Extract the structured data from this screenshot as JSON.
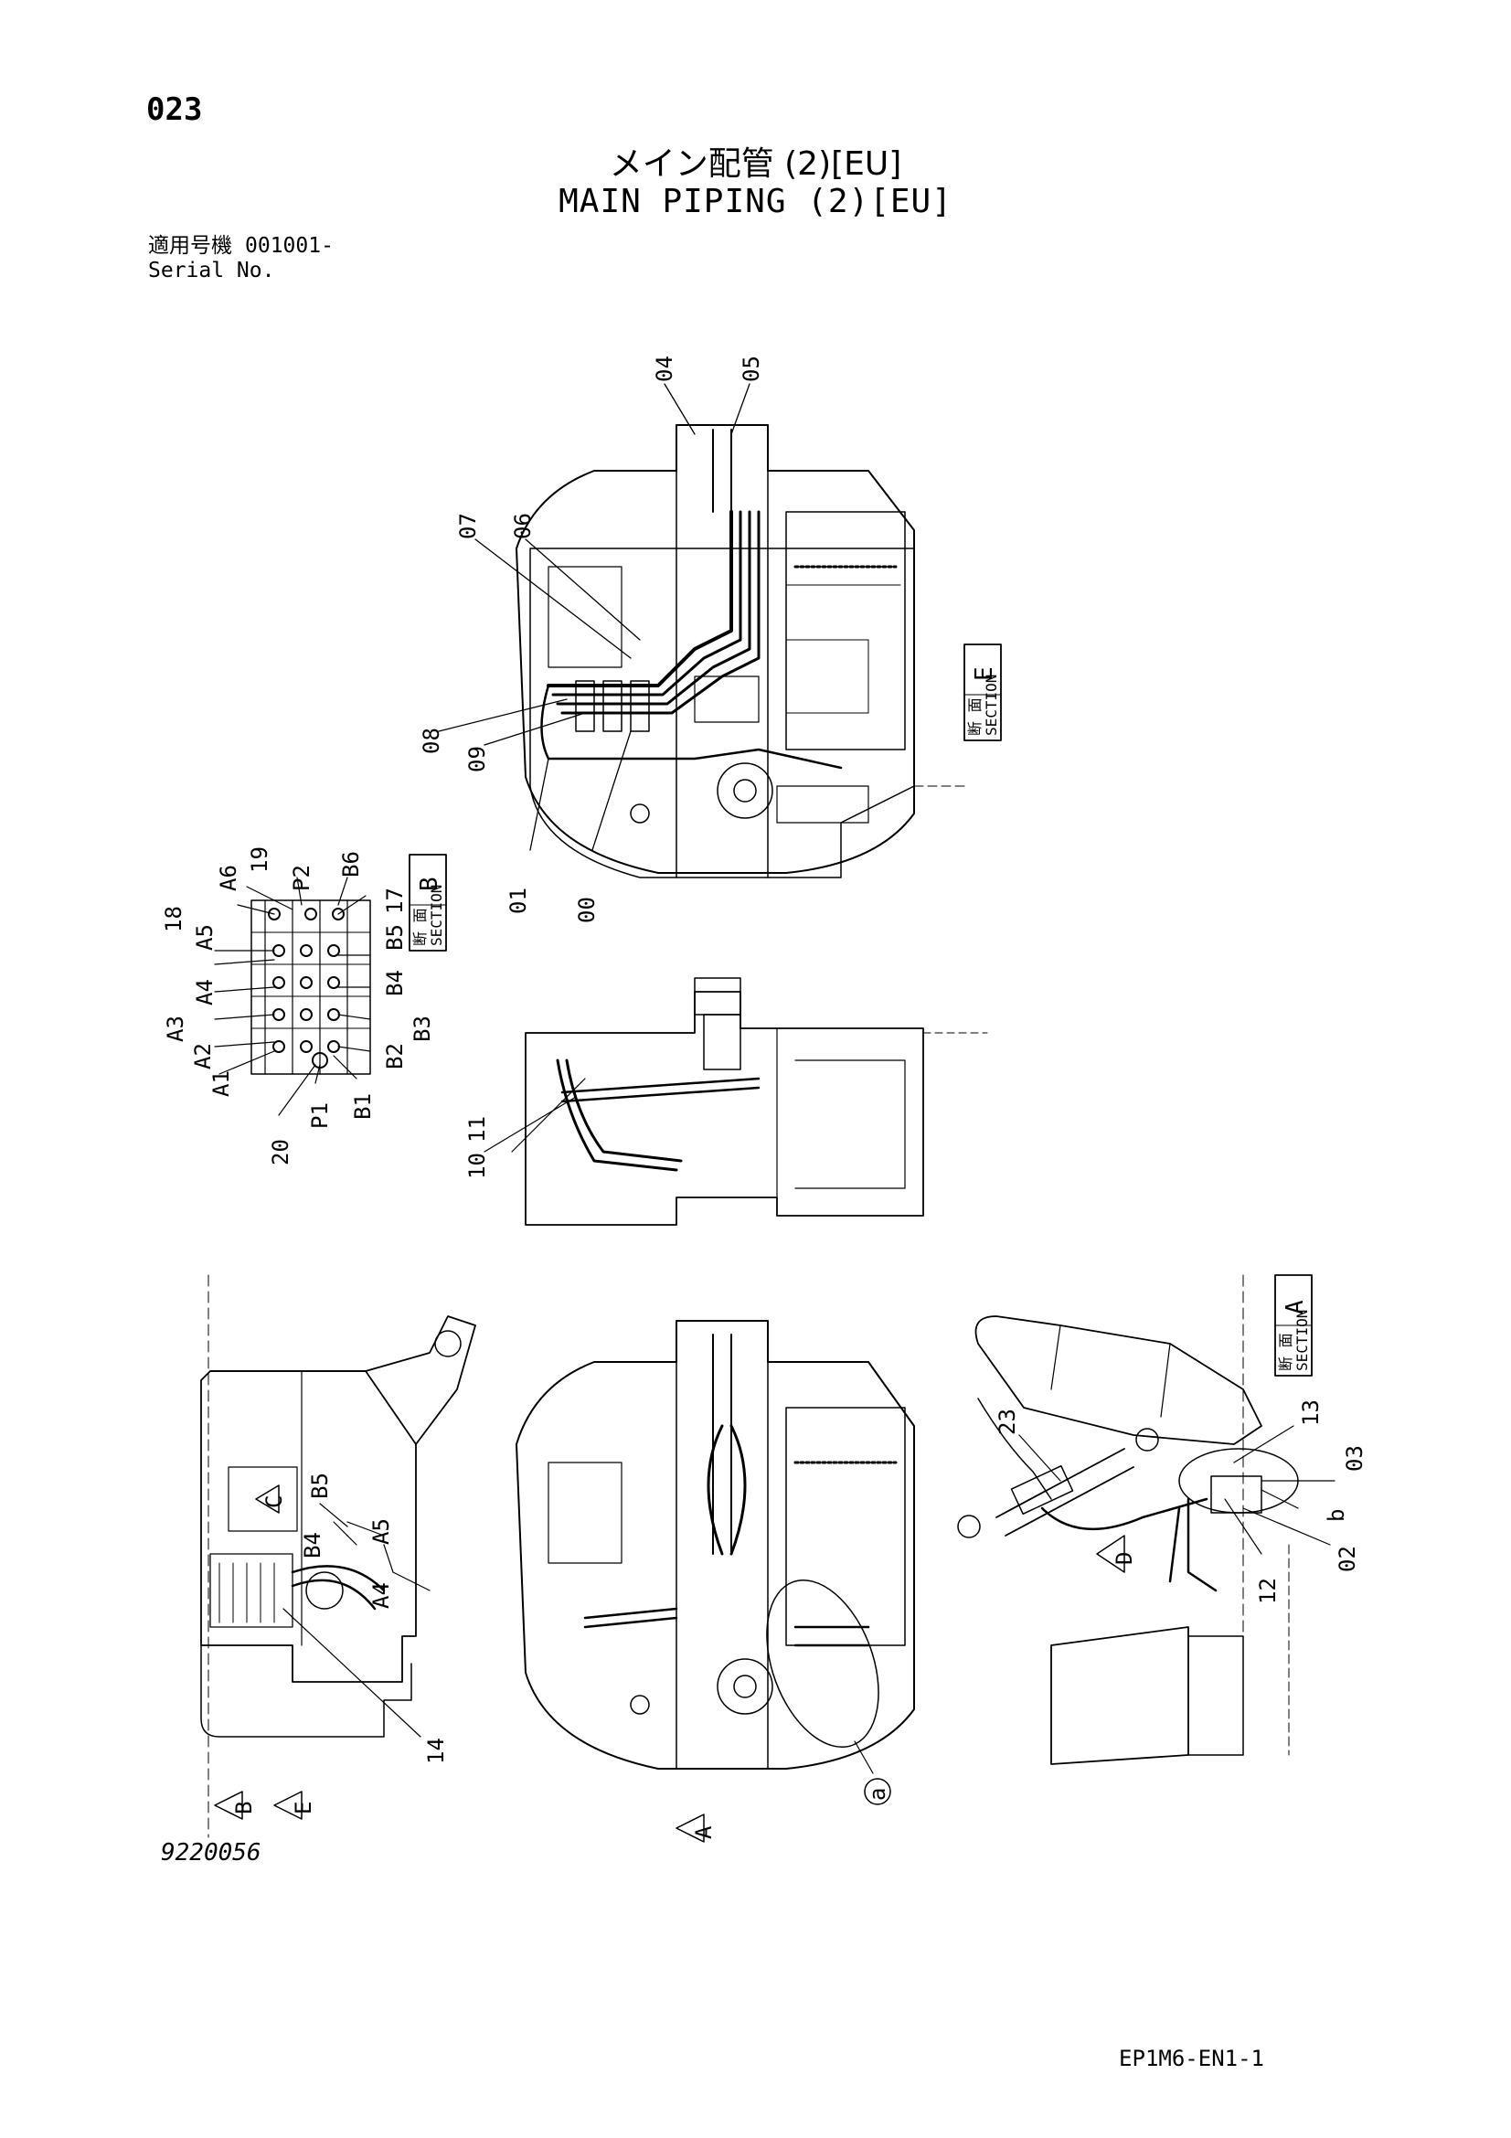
{
  "page_number": "023",
  "title_jp": "メイン配管 (2)[EU]",
  "title_en": "MAIN PIPING (2)[EU]",
  "serial": {
    "label_jp": "適用号機",
    "value": "001001-",
    "label_en": "Serial No."
  },
  "figure_number": "9220056",
  "page_code": "EP1M6-EN1-1",
  "callouts_top": [
    "04",
    "05",
    "07",
    "06",
    "08",
    "09",
    "01",
    "00"
  ],
  "callouts_valve": [
    "A6",
    "19",
    "P2",
    "B6",
    "18",
    "A5",
    "17",
    "B5",
    "A4",
    "B4",
    "A3",
    "B3",
    "A2",
    "B2",
    "A1",
    "B1",
    "P1",
    "20"
  ],
  "callouts_side": [
    "10",
    "11"
  ],
  "callouts_left": [
    "C",
    "B5",
    "B4",
    "A5",
    "A4",
    "14",
    "B",
    "E"
  ],
  "callouts_center": [
    "a",
    "A"
  ],
  "callouts_right": [
    "23",
    "13",
    "03",
    "D",
    "b",
    "12",
    "02"
  ],
  "section_labels": {
    "E": {
      "jp": "断 面",
      "en": "SECTION",
      "letter": "E"
    },
    "B": {
      "jp": "断 面",
      "en": "SECTION",
      "letter": "B"
    },
    "A": {
      "jp": "断 面",
      "en": "SECTION",
      "letter": "A"
    }
  }
}
